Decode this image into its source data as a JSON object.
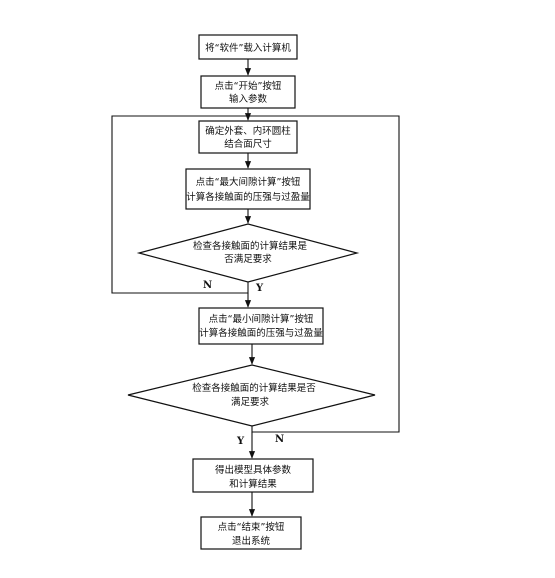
{
  "steps": {
    "load_software": "将“软件”载入计算机",
    "click_start_l1": "点击“开始”按钮",
    "click_start_l2": "输入参数",
    "determine_l1": "确定外套、内环圆柱",
    "determine_l2": "结合面尺寸",
    "max_gap_l1": "点击“最大间隙计算”按钮",
    "max_gap_l2": "计算各接触面的压强与过盈量",
    "check1_l1": "检查各接触面的计算结果是",
    "check1_l2": "否满足要求",
    "min_gap_l1": "点击“最小间隙计算”按钮",
    "min_gap_l2": "计算各接触面的压强与过盈量",
    "check2_l1": "检查各接触面的计算结果是否",
    "check2_l2": "满足要求",
    "output_l1": "得出模型具体参数",
    "output_l2": "和计算结果",
    "exit_l1": "点击“结束”按钮",
    "exit_l2": "退出系统"
  },
  "branch_labels": {
    "check1_no": "N",
    "check1_yes": "Y",
    "check2_yes": "Y",
    "check2_no": "N"
  }
}
